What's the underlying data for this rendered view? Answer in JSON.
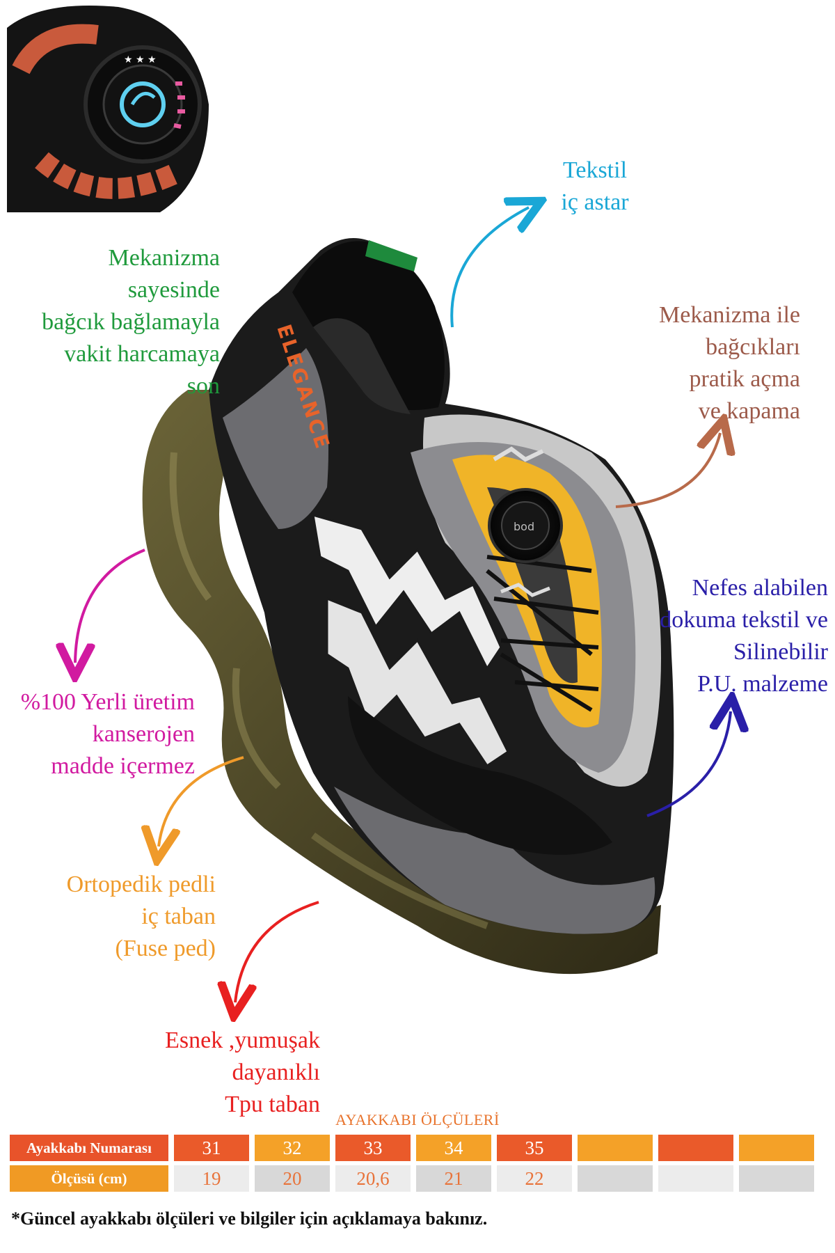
{
  "callouts": {
    "green": {
      "lines": [
        "Mekanizma sayesinde",
        "bağcık bağlamayla",
        "vakit harcamaya",
        "son"
      ],
      "color": "#1f9a3c"
    },
    "cyan": {
      "lines": [
        "Tekstil",
        "iç astar"
      ],
      "color": "#1aa7d6"
    },
    "brown": {
      "lines": [
        "Mekanizma ile",
        "bağcıkları",
        "pratik açma",
        "ve kapama"
      ],
      "color": "#9c5a4a"
    },
    "blue": {
      "lines": [
        "Nefes alabilen",
        "dokuma tekstil  ve",
        "Silinebilir",
        "P.U. malzeme"
      ],
      "color": "#2a1fa8"
    },
    "magenta": {
      "lines": [
        "%100 Yerli üretim",
        "kanserojen",
        "madde içermez"
      ],
      "color": "#d11aa0"
    },
    "orange": {
      "lines": [
        "Ortopedik pedli",
        "iç taban",
        "(Fuse ped)"
      ],
      "color": "#ef9a2a"
    },
    "red": {
      "lines": [
        "Esnek ,yumuşak",
        "dayanıklı",
        "Tpu taban"
      ],
      "color": "#e82020"
    }
  },
  "shoe": {
    "brand_text": "ELEGANCE",
    "dial_text": "bod"
  },
  "size_table": {
    "title": "AYAKKABI ÖLÇÜLERİ",
    "row1": {
      "label": "Ayakkabı Numarası",
      "values": [
        "31",
        "32",
        "33",
        "34",
        "35",
        "",
        "",
        ""
      ]
    },
    "row2": {
      "label": "Ölçüsü (cm)",
      "values": [
        "19",
        "20",
        "20,6",
        "21",
        "22",
        "",
        "",
        ""
      ]
    }
  },
  "footnote": "*Güncel ayakkabı ölçüleri ve bilgiler için açıklamaya bakınız."
}
